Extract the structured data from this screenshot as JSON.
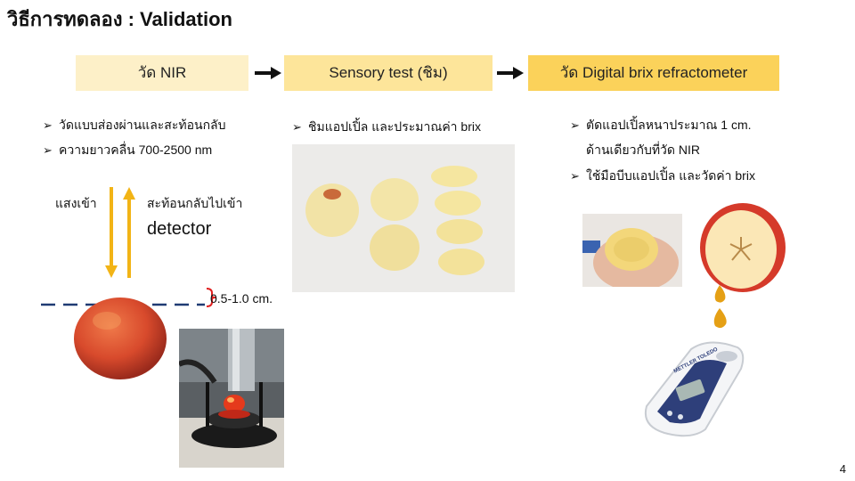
{
  "slide": {
    "title": "วิธีการทดลอง : Validation",
    "page_number": "4"
  },
  "steps": [
    {
      "label": "วัด NIR"
    },
    {
      "label": "Sensory test (ชิม)"
    },
    {
      "label": "วัด Digital brix refractometer"
    }
  ],
  "col1": {
    "bullets": [
      "วัดแบบส่องผ่านและสะท้อนกลับ",
      "ความยาวคลื่น 700-2500 nm"
    ],
    "light_in": "แสงเข้า",
    "reflect": "สะท้อนกลับไปเข้า",
    "detector": "detector",
    "depth": "0.5-1.0 cm."
  },
  "col2": {
    "bullets": [
      "ชิมแอปเปิ้ล และประมาณค่า brix"
    ]
  },
  "col3": {
    "bullets": [
      "ตัดแอปเปิ้ลหนาประมาณ 1 cm.",
      "ด้านเดียวกับที่วัด NIR",
      "ใช้มือบีบแอปเปิ้ล และวัดค่า brix"
    ],
    "meter_brand": "METTLER TOLEDO"
  },
  "colors": {
    "step1": "#fdf0c8",
    "step2": "#fde59a",
    "step3": "#fbd25a",
    "arrow_light": "#f2b416",
    "dash_line": "#1f3b73",
    "brace": "#e02020"
  }
}
